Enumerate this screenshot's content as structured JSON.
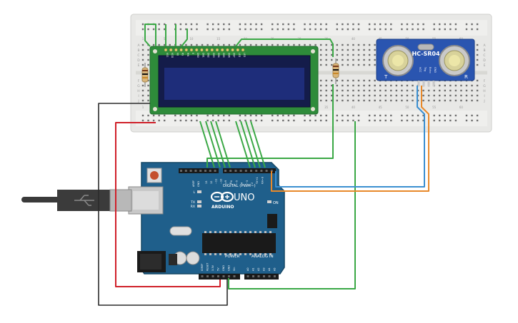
{
  "lcd": {
    "pin_labels": [
      "VSS",
      "VDD",
      "V0",
      "RS",
      "RW",
      "E",
      "DB0",
      "DB1",
      "DB2",
      "DB3",
      "DB4",
      "DB5",
      "DB6",
      "DB7",
      "LED",
      "LED"
    ]
  },
  "sensor": {
    "model": "HC-SR04",
    "left_mark": "T",
    "right_mark": "R",
    "pin_labels": [
      "VCC",
      "Trig",
      "Echo",
      "GND"
    ]
  },
  "breadboard": {
    "row_letters": [
      "A",
      "B",
      "C",
      "D",
      "E",
      "F",
      "G",
      "H",
      "I",
      "J"
    ],
    "column_numbers": [
      "1",
      "5",
      "10",
      "15",
      "20",
      "25",
      "30",
      "35",
      "40",
      "45",
      "50",
      "55",
      "60"
    ]
  },
  "arduino": {
    "brand": "ARDUINO",
    "model": "UNO",
    "header_digital": "DIGITAL (PWM~)",
    "header_power": "POWER",
    "header_analog": "ANALOG IN",
    "on_label": "ON",
    "led_labels": [
      "L",
      "TX",
      "RX"
    ],
    "digital_pins": [
      "13",
      "12",
      "~11",
      "~10",
      "~9",
      "8",
      "7",
      "~6",
      "~5",
      "4",
      "~3",
      "2",
      "TX→1",
      "RX←0"
    ],
    "top_left_pins": [
      "AREF",
      "GND"
    ],
    "power_pins": [
      "IOREF",
      "RESET",
      "3.3V",
      "5V",
      "GND",
      "GND",
      "Vin"
    ],
    "analog_pins": [
      "A0",
      "A1",
      "A2",
      "A3",
      "A4",
      "A5"
    ]
  },
  "colors": {
    "board_blue": "#1f5f8b",
    "wire_green": "#3aa845",
    "wire_red": "#d0202a",
    "wire_black": "#2b2b2b",
    "wire_orange": "#e8892a",
    "wire_blue": "#3b8fd1",
    "lcd_screen": "#1e2d7a",
    "lcd_pcb": "#2e8b3a",
    "sensor_blue": "#2a55b0"
  }
}
